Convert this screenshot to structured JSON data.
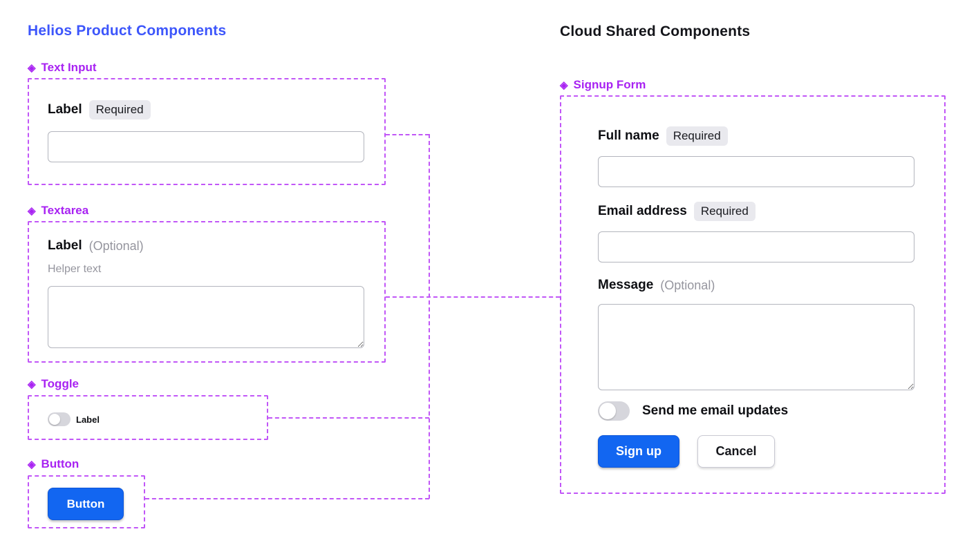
{
  "diamond_icon": "◈",
  "page": {
    "left_title": "Helios Product Components",
    "right_title": "Cloud Shared Components"
  },
  "helios": {
    "text_input": {
      "section_label": "Text Input",
      "field_label": "Label",
      "required_badge": "Required",
      "value": ""
    },
    "textarea": {
      "section_label": "Textarea",
      "field_label": "Label",
      "optional_note": "(Optional)",
      "helper_text": "Helper text",
      "value": ""
    },
    "toggle": {
      "section_label": "Toggle",
      "toggle_label": "Label",
      "state": "off"
    },
    "button": {
      "section_label": "Button",
      "button_label": "Button"
    }
  },
  "cloud": {
    "signup_form": {
      "section_label": "Signup Form",
      "full_name": {
        "label": "Full name",
        "badge": "Required",
        "value": ""
      },
      "email": {
        "label": "Email address",
        "badge": "Required",
        "value": ""
      },
      "message": {
        "label": "Message",
        "optional_note": "(Optional)",
        "value": ""
      },
      "updates_toggle": {
        "label": "Send me email updates",
        "state": "off"
      },
      "signup_button_label": "Sign up",
      "cancel_button_label": "Cancel"
    }
  },
  "colors": {
    "heading_blue": "#3d56fb",
    "section_purple": "#a822f2",
    "connector_purple": "#c156f7",
    "primary_blue": "#1266f1"
  }
}
